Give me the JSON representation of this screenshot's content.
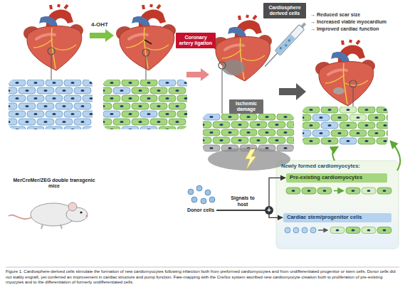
{
  "diagram": {
    "caption": "Figure 1. Cardiosphere-derived cells stimulate the formation of new cardiomyocytes following infarction both from preformed cardiomyocytes and from undifferentiated progenitor or stem cells. Donor cells did not stably engraft, yet conferred an improvement in cardiac structure and pump function. Fate-mapping with the Cre/lox system ascribed new cardiomyocyte creation both to proliferation of pre-existing myocytes and to the differentiation of formerly undifferentiated cells.",
    "nodes": [
      {
        "text": [
          "Coronary artery ligation"
        ]
      },
      {
        "text": [
          "Cardiosphere derived cells"
        ]
      },
      {
        "text": [
          "Ischemic damage"
        ]
      },
      {
        "text": [
          "Newly formed cardiomyocytes:"
        ]
      },
      {
        "text": [
          "Pre-existing cardiomyocytes"
        ],
        "in": 3
      },
      {
        "text": [
          "Cardiac stem/progenitor cells"
        ],
        "in": 3
      },
      {
        "text": [
          "Donor cells"
        ]
      }
    ],
    "edges": [
      {
        "from": 6,
        "to": 4,
        "label": "Signals to host",
        "arrow": "to"
      },
      {
        "from": 6,
        "to": 5,
        "arrow": "to"
      }
    ],
    "labels": [
      "4-OHT",
      "→ Reduced scar size",
      "→ Increased viable myocardium",
      "→ Improved cardiac function",
      "MerCreMer/ZEG double transgenic mice",
      "+"
    ]
  }
}
